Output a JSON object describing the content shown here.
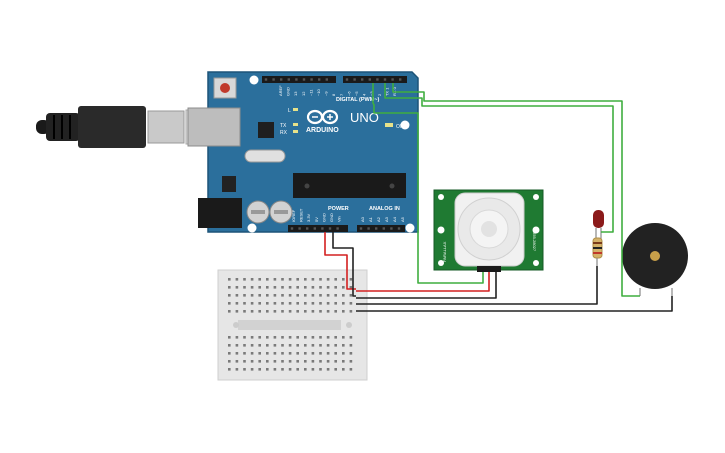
{
  "arduino": {
    "logo_text": "ARDUINO",
    "model": "UNO",
    "digital_label": "DIGITAL (PWM~)",
    "power_label": "POWER",
    "analog_label": "ANALOG IN",
    "led_l": "L",
    "led_tx": "TX",
    "led_rx": "RX",
    "on_label": "ON",
    "digital_pins": [
      "AREF",
      "GND",
      "13",
      "12",
      "~11",
      "~10",
      "~9",
      "8",
      "7",
      "~6",
      "~5",
      "4",
      "~3",
      "2",
      "TX 1",
      "RX 0"
    ],
    "power_pins": [
      "IOREF",
      "RESET",
      "3.3V",
      "5V",
      "GND",
      "GND",
      "Vin"
    ],
    "analog_pins": [
      "A0",
      "A1",
      "A2",
      "A3",
      "A4",
      "A5"
    ]
  },
  "pir": {
    "label_left": "PARALLAX",
    "label_right": "555-28027"
  },
  "colors": {
    "board": "#2b6f9c",
    "wire_red": "#d42020",
    "wire_black": "#222222",
    "wire_green": "#3fae3f",
    "pcb_green": "#1f7a32",
    "breadboard": "#e6e6e6",
    "buzzer": "#222222"
  }
}
